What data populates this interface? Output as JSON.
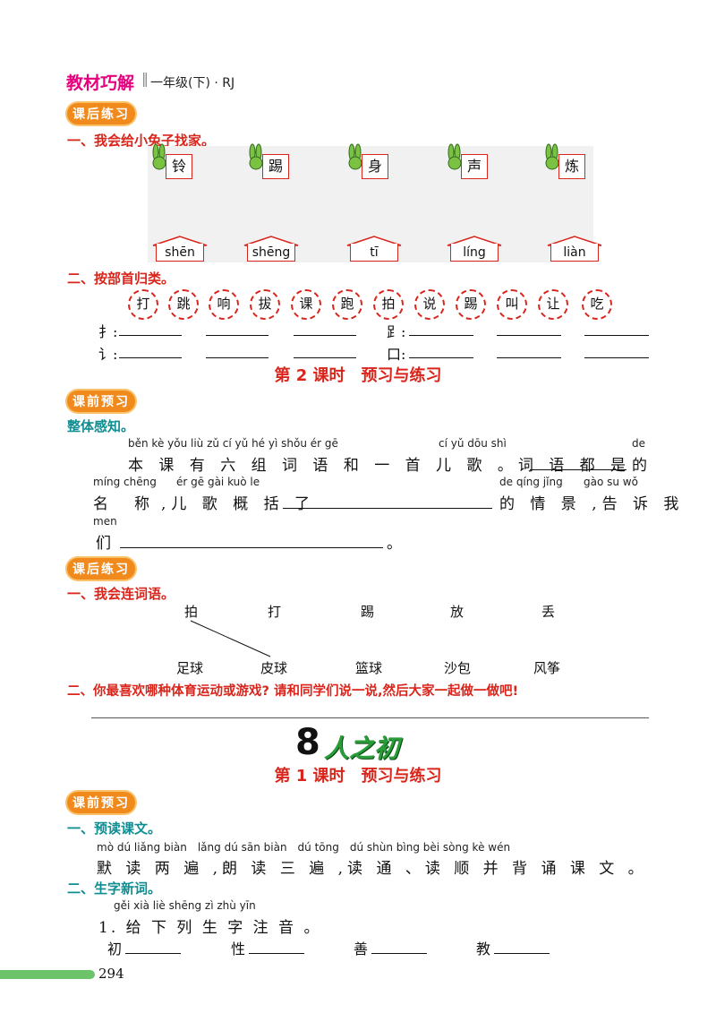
{
  "header": {
    "book_title": "教材巧解",
    "separator": "‖",
    "subtitle": "一年级(下) · RJ"
  },
  "badges": {
    "after_class": "课后练习",
    "before_class": "课前预习"
  },
  "section1": {
    "title": "一、我会给小兔子找家。",
    "rabbits": [
      "铃",
      "踢",
      "身",
      "声",
      "炼"
    ],
    "houses": [
      "shēn",
      "shēng",
      "tī",
      "líng",
      "liàn"
    ]
  },
  "section2": {
    "title": "二、按部首归类。",
    "chars": [
      "打",
      "跳",
      "响",
      "拔",
      "课",
      "跑",
      "拍",
      "说",
      "踢",
      "叫",
      "让",
      "吃"
    ],
    "radicals": [
      "扌:",
      "⻊:",
      "讠:",
      "口:"
    ]
  },
  "lesson2_title": "第 2 课时　预习与练习",
  "overview": {
    "title": "整体感知。",
    "line1_pinyin": [
      "běn kè yǒu liù zǔ cí yǔ hé yì shǒu ér gē",
      "cí yǔ dōu shì",
      "de"
    ],
    "line1_hanzi": [
      "本 课 有 六 组 词 语 和 一 首 儿 歌 。词 语 都 是",
      "的"
    ],
    "line2_pinyin": [
      "míng chēng",
      "ér gē gài kuò le",
      "de qíng jǐng",
      "gào su wǒ"
    ],
    "line2_hanzi": [
      "名　称",
      ",儿 歌 概 括 了",
      "的 情 景 ,告 诉 我"
    ],
    "line3_pinyin": "men",
    "line3_hanzi": "们",
    "line3_end": "。"
  },
  "link_words": {
    "title": "一、我会连词语。",
    "verbs": [
      "拍",
      "打",
      "踢",
      "放",
      "丢"
    ],
    "nouns": [
      "足球",
      "皮球",
      "篮球",
      "沙包",
      "风筝"
    ]
  },
  "question2": "二、你最喜欢哪种体育运动或游戏? 请和同学们说一说,然后大家一起做一做吧!",
  "unit": {
    "number": "8",
    "name": "人之初"
  },
  "lesson1_title": "第 1 课时　预习与练习",
  "preview": {
    "title": "一、预读课文。",
    "pinyin": "mò dú liǎng biàn　lǎng dú sān biàn　dú tōng　dú shùn bìng bèi sòng kè wén",
    "hanzi": "默 读 两 遍 ,朗 读 三 遍 ,读 通 、读 顺 并 背 诵 课 文 。"
  },
  "new_words": {
    "title": "二、生字新词。",
    "pinyin": "gěi xià liè shēng zì zhù yīn",
    "instruction": "1. 给 下 列 生 字 注 音 。",
    "chars": [
      "初",
      "性",
      "善",
      "教"
    ]
  },
  "page_number": "294",
  "colors": {
    "accent_red": "#d9261c",
    "teal": "#0e8e92",
    "magenta": "#e6007e",
    "orange": "#f08a1c",
    "green": "#6cc36a"
  }
}
